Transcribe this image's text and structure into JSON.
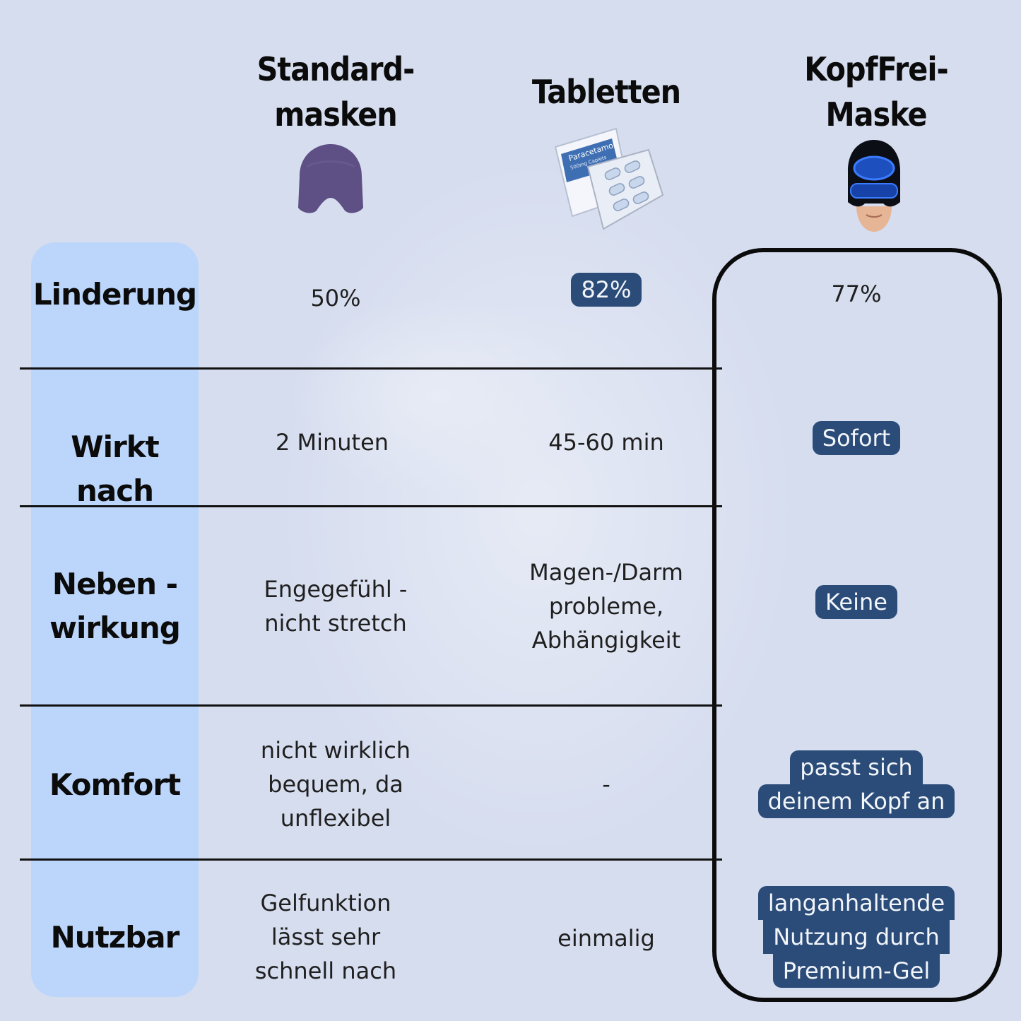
{
  "headers": {
    "col1": [
      "Standard-",
      "masken"
    ],
    "col2": [
      "Tabletten"
    ],
    "col3": [
      "KopfFrei-",
      "Maske"
    ]
  },
  "rows": [
    {
      "label": [
        "Linderung"
      ],
      "col1": [
        "50%"
      ],
      "col2": [
        "82%"
      ],
      "col3": [
        "77%"
      ]
    },
    {
      "label": [
        "Wirkt nach"
      ],
      "col1": [
        "2 Minuten"
      ],
      "col2": [
        "45-60 min"
      ],
      "col3": [
        "Sofort"
      ]
    },
    {
      "label": [
        "Neben -",
        "wirkung"
      ],
      "col1": [
        "Engegefühl -",
        "nicht stretch"
      ],
      "col2": [
        "Magen-/Darm",
        "probleme,",
        "Abhängigkeit"
      ],
      "col3": [
        "Keine"
      ]
    },
    {
      "label": [
        "Komfort"
      ],
      "col1": [
        "nicht wirklich",
        "bequem, da",
        "unflexibel"
      ],
      "col2": [
        "-"
      ],
      "col3": [
        "passt sich",
        "deinem Kopf an"
      ]
    },
    {
      "label": [
        "Nutzbar"
      ],
      "col1": [
        "Gelfunktion",
        "lässt sehr",
        "schnell nach"
      ],
      "col2": [
        "einmalig"
      ],
      "col3": [
        "langanhaltende",
        "Nutzung durch",
        "Premium-Gel"
      ]
    }
  ],
  "pill_text": {
    "paracetamol": "Paracetamol",
    "dose": "500mg Caplets"
  },
  "icons": {
    "col1": "purple-gel-mask-icon",
    "col2": "tablet-pack-icon",
    "col3": "blue-gel-mask-face-icon"
  },
  "colors": {
    "label_column": "#bcd6fb",
    "pill": "#2b4c78",
    "background": "#d8dff0"
  }
}
